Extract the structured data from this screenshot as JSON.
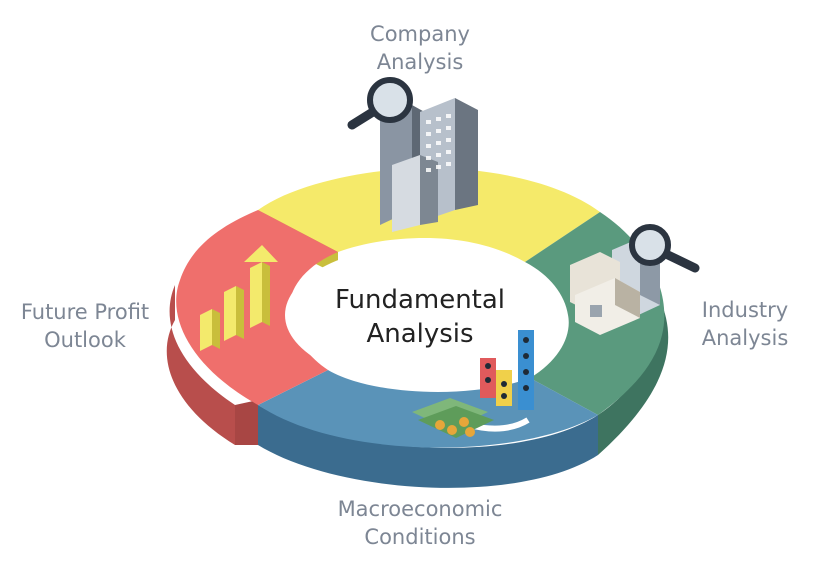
{
  "center": {
    "line1": "Fundamental",
    "line2": "Analysis"
  },
  "segments": [
    {
      "key": "company",
      "line1": "Company",
      "line2": "Analysis",
      "color": "#f5ea6a"
    },
    {
      "key": "industry",
      "line1": "Industry",
      "line2": "Analysis",
      "color": "#5a9a7e"
    },
    {
      "key": "macro",
      "line1": "Macroeconomic",
      "line2": "Conditions",
      "color": "#5a93b8"
    },
    {
      "key": "future",
      "line1": "Future Profit",
      "line2": "Outlook",
      "color": "#ef6f6c"
    }
  ],
  "colors": {
    "label_text": "#7d8694",
    "center_text": "#222222"
  },
  "icons": [
    "magnifier-icon",
    "office-building-icon",
    "factory-icon",
    "rising-bars-icon",
    "money-pile-icon",
    "coin-stack-icon",
    "circular-arrow-icon"
  ]
}
